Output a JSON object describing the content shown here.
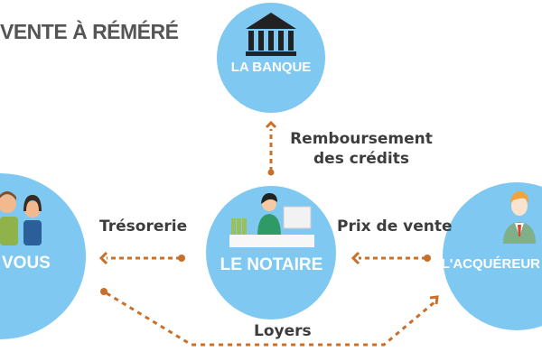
{
  "title": "VENTE À RÉMÉRÉ",
  "nodes": {
    "bank": {
      "label": "LA BANQUE",
      "icon": "bank-icon"
    },
    "notary": {
      "label": "LE NOTAIRE",
      "icon": "notary-at-desk-icon"
    },
    "you": {
      "label": "VOUS",
      "icon": "couple-icon"
    },
    "buyer": {
      "label": "L'ACQUÉREUR",
      "icon": "businessman-icon"
    }
  },
  "flows": {
    "repayment": {
      "line1": "Remboursement",
      "line2": "des crédits"
    },
    "treasury": "Trésorerie",
    "sale_price": "Prix de vente",
    "rent": "Loyers"
  },
  "colors": {
    "circle": "#7ec8f2",
    "arrow": "#c8702a",
    "text": "#3d3d3d"
  }
}
